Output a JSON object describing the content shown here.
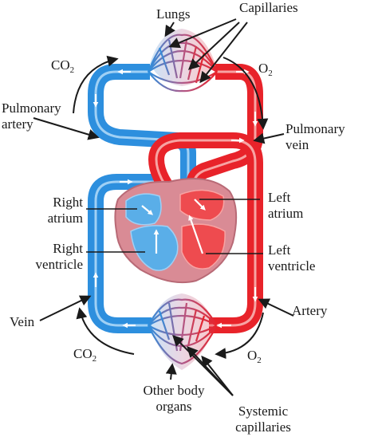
{
  "colors": {
    "oxygenated": "#e8232a",
    "deoxygenated": "#2d8fde",
    "heart_tissue": "#d98b95",
    "arrow": "#1a1a1a"
  },
  "labels": {
    "lungs": "Lungs",
    "capillaries": "Capillaries",
    "co2_top": "CO",
    "co2_top_sub": "2",
    "o2_top": "O",
    "o2_top_sub": "2",
    "pulmonary_artery": [
      "Pulmonary",
      "artery"
    ],
    "pulmonary_vein": [
      "Pulmonary",
      "vein"
    ],
    "right_atrium": [
      "Right",
      "atrium"
    ],
    "left_atrium": [
      "Left",
      "atrium"
    ],
    "right_ventricle": [
      "Right",
      "ventricle"
    ],
    "left_ventricle": [
      "Left",
      "ventricle"
    ],
    "vein": "Vein",
    "artery": "Artery",
    "co2_bottom": "CO",
    "co2_bottom_sub": "2",
    "o2_bottom": "O",
    "o2_bottom_sub": "2",
    "other_body_organs": [
      "Other body",
      "organs"
    ],
    "systemic_capillaries": [
      "Systemic",
      "capillaries"
    ]
  }
}
